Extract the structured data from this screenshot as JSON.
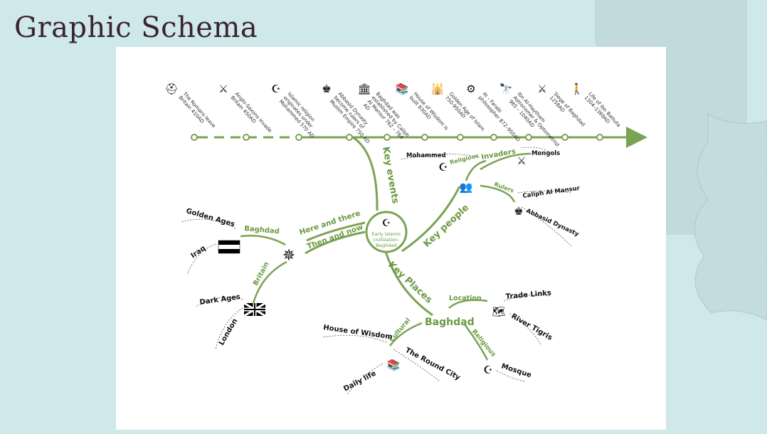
{
  "title": "Graphic Schema",
  "colors": {
    "background": "#cfe8ea",
    "branch": "#7aa353",
    "branch_text": "#6a9a42",
    "card": "#ffffff"
  },
  "timeline": [
    {
      "icon": "roman-helmet-icon",
      "lines": [
        "The Romans leave",
        "Britain 410AD"
      ]
    },
    {
      "icon": "viking-helmet-icon",
      "lines": [
        "Anglo-Saxons invade",
        "Britain 450AD"
      ]
    },
    {
      "icon": "crescent-star-icon",
      "lines": [
        "Islamic religion",
        "originates under",
        "Mohammed 570 AD"
      ]
    },
    {
      "icon": "caliph-figure-icon",
      "lines": [
        "Abbasid Dynasty",
        "become rulers of",
        "Muslim Empire 750 AD"
      ]
    },
    {
      "icon": "city-icon",
      "lines": [
        "Baghdad was",
        "established by Caliph",
        "Al Mansur 762 – 764",
        "AD"
      ]
    },
    {
      "icon": "books-icon",
      "lines": [
        "House of Wisdom is",
        "built 830AD"
      ]
    },
    {
      "icon": "mosque-icon",
      "lines": [
        "Golden Age of Islam",
        "750-950AD"
      ]
    },
    {
      "icon": "gear-head-icon",
      "lines": [
        "Al – Farabi",
        "philosopher 872–950AD"
      ]
    },
    {
      "icon": "telescope-icon",
      "lines": [
        "Ibn Al-Haytham",
        "Astronomer & Optometrist",
        "965 – 1040AD"
      ]
    },
    {
      "icon": "crossed-swords-icon",
      "lines": [
        "Siege of Baghdad",
        "1258AD"
      ]
    },
    {
      "icon": "hiker-icon",
      "lines": [
        "Life of Ibn Battuta",
        "1304–1369AD"
      ]
    }
  ],
  "center": {
    "lines": [
      "Early Islamic",
      "civilization:",
      "Baghdad"
    ]
  },
  "branches": {
    "key_events": "Key events",
    "key_people": "Key people",
    "key_places": "Key Places",
    "here_and_there": "Here and there",
    "then_and_now": "Then and now"
  },
  "people": {
    "religious": "Religious",
    "mohammed": "Mohammed",
    "invaders": "Invaders",
    "mongols": "Mongols",
    "rulers": "Rulers",
    "caliph": "Caliph Al Mansur",
    "abbasid": "Abbasid Dynasty"
  },
  "places": {
    "hub": "Baghdad",
    "location": "Location",
    "trade_links": "Trade Links",
    "river_tigris": "River Tigris",
    "cultural": "Cultural",
    "house_of_wisdom": "House of Wisdom",
    "round_city": "The Round City",
    "daily_life": "Daily life",
    "religious": "Religious",
    "mosque": "Mosque"
  },
  "here_there": {
    "baghdad": "Baghdad",
    "golden_ages": "Golden Ages",
    "iraq": "Iraq",
    "britain": "Britain",
    "dark_ages": "Dark Ages",
    "london": "London"
  }
}
